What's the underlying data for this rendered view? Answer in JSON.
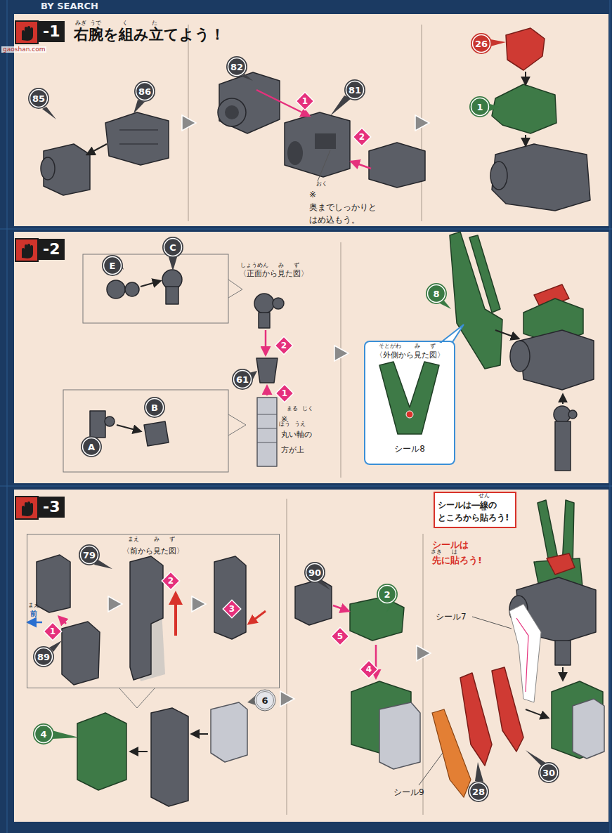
{
  "diagram": {
    "title": "右腕を組み立てよう！",
    "nodes": [
      {
        "text": [
          "-1"
        ]
      },
      {
        "text": [
          "-2"
        ]
      },
      {
        "text": [
          "〈外側から見た図〉",
          "シール8"
        ],
        "in": 1
      },
      {
        "text": [
          "-3"
        ]
      },
      {
        "text": [
          "〈前から見た図〉"
        ],
        "in": 3
      },
      {
        "text": [
          "シールは―線の ところから貼ろう!"
        ],
        "in": 3
      }
    ],
    "labels": [
      "BY SEARCH",
      "gaoshan.com",
      "みぎ",
      "うで",
      "く",
      "た",
      "85",
      "86",
      "82",
      "1",
      "81",
      "2",
      "おく",
      "※奥までしっかりと はめ込もう。",
      "26",
      "1",
      "E",
      "C",
      "A",
      "B",
      "しょうめん",
      "み",
      "ず",
      "〈正面から見た図〉",
      "2",
      "61",
      "1",
      "まる",
      "じく",
      "ほう",
      "うえ",
      "※丸い軸の 方が上",
      "8",
      "そとがわ",
      "み",
      "ず",
      "まえ",
      "み",
      "ず",
      "79",
      "まえ",
      "前",
      "1",
      "89",
      "2",
      "3",
      "4",
      "6",
      "90",
      "2",
      "5",
      "4",
      "せん",
      "は",
      "さき",
      "は",
      "シールは 先に貼ろう!",
      "シール7",
      "28",
      "30",
      "シール9"
    ]
  }
}
